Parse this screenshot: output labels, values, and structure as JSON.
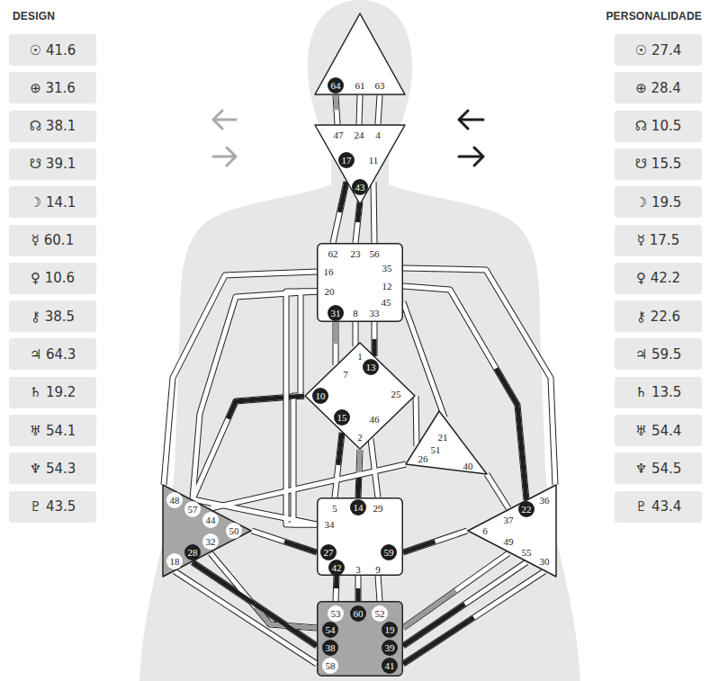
{
  "diagram": {
    "nodes": [
      {
        "text": [
          "☉ 41.6"
        ]
      },
      {
        "text": [
          "⊕ 31.6"
        ]
      },
      {
        "text": [
          "☊ 38.1"
        ]
      },
      {
        "text": [
          "☋ 39.1"
        ]
      },
      {
        "text": [
          "☽ 14.1"
        ]
      },
      {
        "text": [
          "☿ 60.1"
        ]
      },
      {
        "text": [
          "♀ 10.6"
        ]
      },
      {
        "text": [
          "⚷ 38.5"
        ]
      },
      {
        "text": [
          "♃ 64.3"
        ]
      },
      {
        "text": [
          "♄ 19.2"
        ]
      },
      {
        "text": [
          "♅ 54.1"
        ]
      },
      {
        "text": [
          "♆ 54.3"
        ]
      },
      {
        "text": [
          "♇ 43.5"
        ]
      },
      {
        "text": [
          "64",
          "61",
          "63"
        ]
      },
      {
        "text": [
          "47",
          "24",
          "4",
          "17",
          "11",
          "43"
        ]
      },
      {
        "text": [
          "62",
          "23",
          "56",
          "16",
          "35",
          "20",
          "12",
          "45",
          "31",
          "8",
          "33"
        ]
      },
      {
        "text": [
          "1",
          "13",
          "7",
          "10",
          "25",
          "15",
          "46",
          "2"
        ]
      },
      {
        "text": [
          "21",
          "51",
          "26",
          "40"
        ]
      },
      {
        "text": [
          "48",
          "57",
          "44",
          "50",
          "32",
          "28",
          "18"
        ]
      },
      {
        "text": [
          "5",
          "14",
          "29",
          "34",
          "27",
          "59",
          "42",
          "3",
          "9"
        ]
      },
      {
        "text": [
          "36",
          "22",
          "37",
          "6",
          "49",
          "55",
          "30"
        ]
      },
      {
        "text": [
          "53",
          "60",
          "52",
          "54",
          "19",
          "38",
          "39",
          "58",
          "41"
        ]
      },
      {
        "text": [
          "☉ 27.4"
        ]
      },
      {
        "text": [
          "⊕ 28.4"
        ]
      },
      {
        "text": [
          "☊ 10.5"
        ]
      },
      {
        "text": [
          "☋ 15.5"
        ]
      },
      {
        "text": [
          "☽ 19.5"
        ]
      },
      {
        "text": [
          "☿ 17.5"
        ]
      },
      {
        "text": [
          "♀ 42.2"
        ]
      },
      {
        "text": [
          "⚷ 22.6"
        ]
      },
      {
        "text": [
          "♃ 59.5"
        ]
      },
      {
        "text": [
          "♄ 13.5"
        ]
      },
      {
        "text": [
          "♅ 54.4"
        ]
      },
      {
        "text": [
          "♆ 54.5"
        ]
      },
      {
        "text": [
          "♇ 43.4"
        ]
      }
    ],
    "edges": [
      {
        "from": 13,
        "to": 14,
        "arrow": "none"
      },
      {
        "from": 13,
        "to": 14,
        "arrow": "none"
      },
      {
        "from": 13,
        "to": 14,
        "arrow": "none"
      },
      {
        "from": 14,
        "to": 15,
        "arrow": "none"
      },
      {
        "from": 14,
        "to": 15,
        "arrow": "none"
      },
      {
        "from": 14,
        "to": 15,
        "arrow": "none"
      },
      {
        "from": 15,
        "to": 16,
        "arrow": "none"
      },
      {
        "from": 15,
        "to": 16,
        "arrow": "none"
      },
      {
        "from": 15,
        "to": 16,
        "arrow": "none"
      },
      {
        "from": 16,
        "to": 15,
        "arrow": "none"
      },
      {
        "from": 16,
        "to": 19,
        "arrow": "none"
      },
      {
        "from": 16,
        "to": 18,
        "arrow": "none"
      },
      {
        "from": 15,
        "to": 19,
        "arrow": "none"
      },
      {
        "from": 15,
        "to": 18,
        "arrow": "none"
      },
      {
        "from": 19,
        "to": 18,
        "arrow": "none"
      },
      {
        "from": 15,
        "to": 18,
        "arrow": "none"
      },
      {
        "from": 15,
        "to": 20,
        "arrow": "none"
      },
      {
        "from": 15,
        "to": 20,
        "arrow": "none"
      },
      {
        "from": 15,
        "to": 17,
        "arrow": "none"
      },
      {
        "from": 16,
        "to": 17,
        "arrow": "none"
      },
      {
        "from": 16,
        "to": 19,
        "arrow": "none"
      },
      {
        "from": 16,
        "to": 19,
        "arrow": "none"
      },
      {
        "from": 16,
        "to": 19,
        "arrow": "none"
      },
      {
        "from": 17,
        "to": 18,
        "arrow": "none"
      },
      {
        "from": 17,
        "to": 20,
        "arrow": "none"
      },
      {
        "from": 20,
        "to": 19,
        "arrow": "none"
      },
      {
        "from": 19,
        "to": 18,
        "arrow": "none"
      },
      {
        "from": 19,
        "to": 21,
        "arrow": "none"
      },
      {
        "from": 19,
        "to": 21,
        "arrow": "none"
      },
      {
        "from": 19,
        "to": 21,
        "arrow": "none"
      },
      {
        "from": 21,
        "to": 18,
        "arrow": "none"
      },
      {
        "from": 21,
        "to": 18,
        "arrow": "none"
      },
      {
        "from": 21,
        "to": 18,
        "arrow": "none"
      },
      {
        "from": 21,
        "to": 20,
        "arrow": "none"
      },
      {
        "from": 21,
        "to": 20,
        "arrow": "none"
      },
      {
        "from": 21,
        "to": 20,
        "arrow": "none"
      }
    ],
    "labels": [
      "DESIGN",
      "PERSONALIDADE"
    ]
  }
}
